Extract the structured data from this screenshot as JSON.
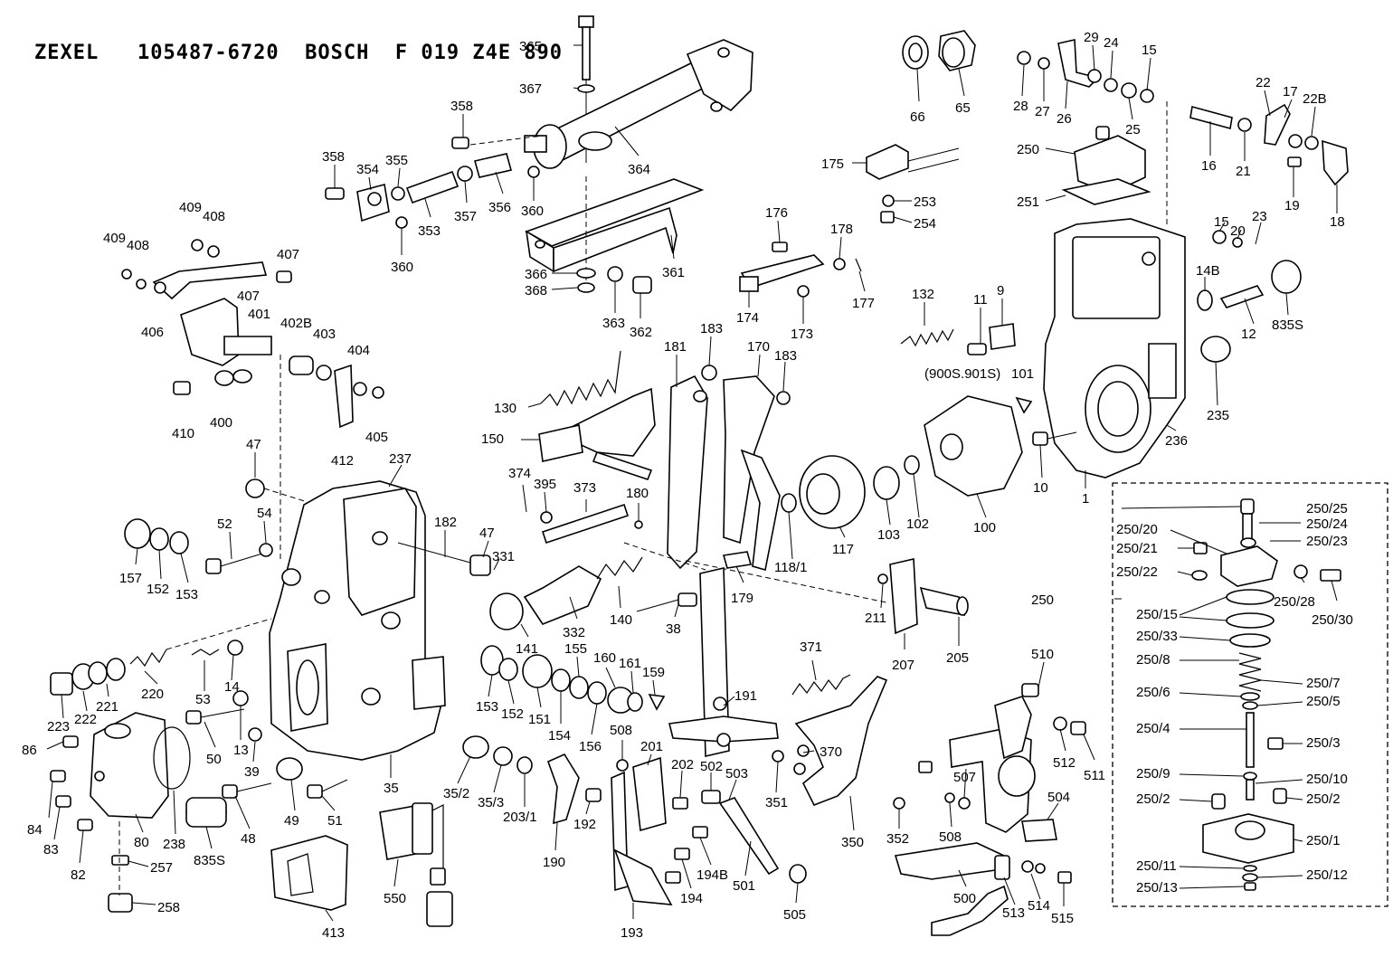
{
  "header": {
    "title": "ZEXEL   105487-6720  BOSCH  F 019 Z4E 890"
  },
  "labels": {
    "p365": "365",
    "p367": "367",
    "p358a": "358",
    "p358b": "358",
    "p354": "354",
    "p355": "355",
    "p353": "353",
    "p357": "357",
    "p356": "356",
    "p360a": "360",
    "p360b": "360",
    "p364": "364",
    "p361": "361",
    "p366": "366",
    "p368": "368",
    "p363": "363",
    "p362": "362",
    "p409a": "409",
    "p408a": "408",
    "p409b": "409",
    "p408b": "408",
    "p407a": "407",
    "p407b": "407",
    "p406": "406",
    "p401": "401",
    "p402B": "402B",
    "p403": "403",
    "p404": "404",
    "p405": "405",
    "p410": "410",
    "p400": "400",
    "p412": "412",
    "p66": "66",
    "p65": "65",
    "p175": "175",
    "p253": "253",
    "p254": "254",
    "p176": "176",
    "p178": "178",
    "p177": "177",
    "p174": "174",
    "p173": "173",
    "p132": "132",
    "p11": "11",
    "p9": "9",
    "p900S": "(900S.901S)",
    "p101": "101",
    "p28": "28",
    "p27": "27",
    "p26": "26",
    "p29": "29",
    "p24": "24",
    "p15a": "15",
    "p25": "25",
    "p16": "16",
    "p21": "21",
    "p22": "22",
    "p17": "17",
    "p22B": "22B",
    "p19": "19",
    "p18": "18",
    "p250top": "250",
    "p251": "251",
    "p15b": "15",
    "p20": "20",
    "p23": "23",
    "p14B": "14B",
    "p12": "12",
    "p835Sa": "835S",
    "p235": "235",
    "p236": "236",
    "p10": "10",
    "p1": "1",
    "p130": "130",
    "p150": "150",
    "p181": "181",
    "p183a": "183",
    "p170": "170",
    "p183b": "183",
    "p117": "117",
    "p103": "103",
    "p102": "102",
    "p100": "100",
    "p118_1": "118/1",
    "p47a": "47",
    "p237": "237",
    "p52": "52",
    "p54": "54",
    "p182": "182",
    "p47b": "47",
    "p331": "331",
    "p157": "157",
    "p152a": "152",
    "p153a": "153",
    "p374": "374",
    "p395": "395",
    "p373": "373",
    "p180": "180",
    "p179": "179",
    "p332": "332",
    "p141": "141",
    "p140": "140",
    "p38": "38",
    "p211": "211",
    "p207": "207",
    "p205": "205",
    "p371": "371",
    "p220": "220",
    "p223": "223",
    "p222": "222",
    "p221": "221",
    "p53": "53",
    "p14": "14",
    "p50": "50",
    "p13": "13",
    "p39": "39",
    "p86": "86",
    "p84": "84",
    "p83": "83",
    "p82": "82",
    "p80": "80",
    "p238": "238",
    "p835Sb": "835S",
    "p257": "257",
    "p258": "258",
    "p48": "48",
    "p49": "49",
    "p51": "51",
    "p35": "35",
    "p153b": "153",
    "p152b": "152",
    "p151": "151",
    "p154": "154",
    "p155": "155",
    "p156": "156",
    "p160": "160",
    "p161": "161",
    "p159": "159",
    "p35_2": "35/2",
    "p35_3": "35/3",
    "p203_1": "203/1",
    "p190": "190",
    "p192": "192",
    "p508a": "508",
    "p201": "201",
    "p202": "202",
    "p502": "502",
    "p503": "503",
    "p194B": "194B",
    "p194": "194",
    "p193": "193",
    "p501": "501",
    "p505": "505",
    "p191": "191",
    "p370": "370",
    "p351": "351",
    "p350": "350",
    "p352": "352",
    "p510": "510",
    "p512": "512",
    "p511": "511",
    "p507": "507",
    "p504": "504",
    "p508b": "508",
    "p500": "500",
    "p513": "513",
    "p514": "514",
    "p515": "515",
    "p413": "413",
    "p550": "550",
    "k250": "250",
    "k250_25": "250/25",
    "k250_24": "250/24",
    "k250_23": "250/23",
    "k250_20": "250/20",
    "k250_21": "250/21",
    "k250_22": "250/22",
    "k250_28": "250/28",
    "k250_30": "250/30",
    "k250_15": "250/15",
    "k250_33": "250/33",
    "k250_8": "250/8",
    "k250_7": "250/7",
    "k250_6": "250/6",
    "k250_5": "250/5",
    "k250_4": "250/4",
    "k250_3": "250/3",
    "k250_9": "250/9",
    "k250_10": "250/10",
    "k250_2a": "250/2",
    "k250_2b": "250/2",
    "k250_1": "250/1",
    "k250_11": "250/11",
    "k250_12": "250/12",
    "k250_13": "250/13"
  }
}
